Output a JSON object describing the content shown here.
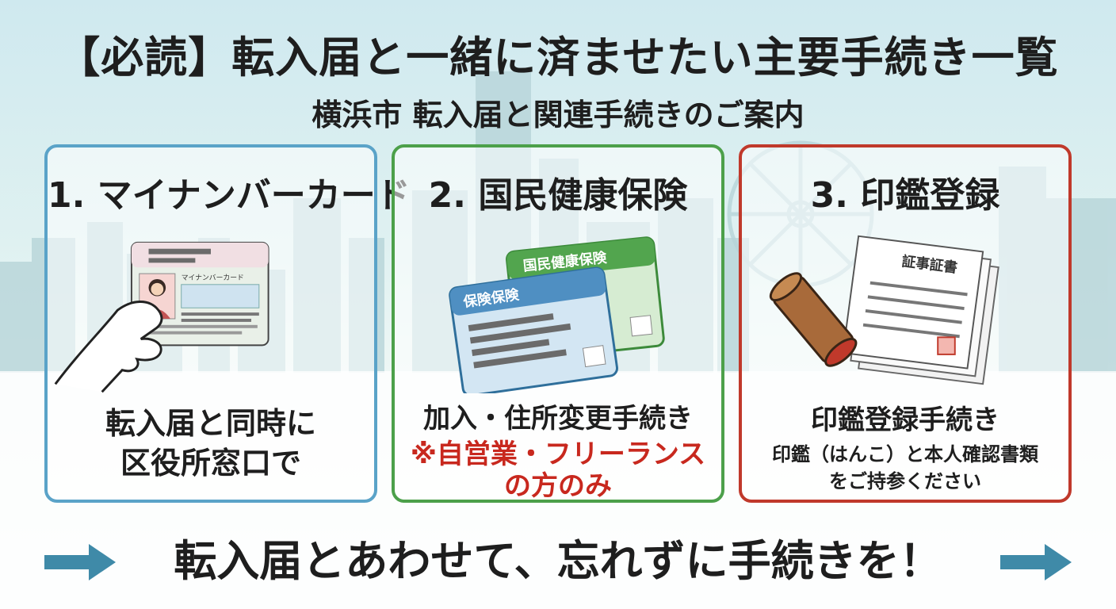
{
  "header": {
    "title": "【必読】転入届と一緒に済ませたい主要手続き一覧",
    "subtitle": "横浜市 転入届と関連手続きのご案内"
  },
  "cards": [
    {
      "heading": "1. マイナンバーカード",
      "border_color": "#5aa3c8",
      "card_label": "マイナンバーカード",
      "lines": [
        "転入届と同時に",
        "区役所窓口で"
      ]
    },
    {
      "heading": "2. 国民健康保険",
      "border_color": "#4ca04a",
      "front_card_label": "保険保険",
      "back_card_label": "国民健康保険",
      "line1": "加入・住所変更手続き",
      "note_lines": [
        "※自営業・フリーランス",
        "の方のみ"
      ],
      "note_color": "#c8281e"
    },
    {
      "heading": "3. 印鑑登録",
      "border_color": "#c0392b",
      "document_label": "証事証書",
      "line1": "印鑑登録手続き",
      "line2": "印鑑（はんこ）と本人確認書類",
      "line3": "をご持参ください"
    }
  ],
  "footer": {
    "text": "転入届とあわせて、忘れずに手続きを！",
    "arrow_color": "#3f8aa8"
  }
}
